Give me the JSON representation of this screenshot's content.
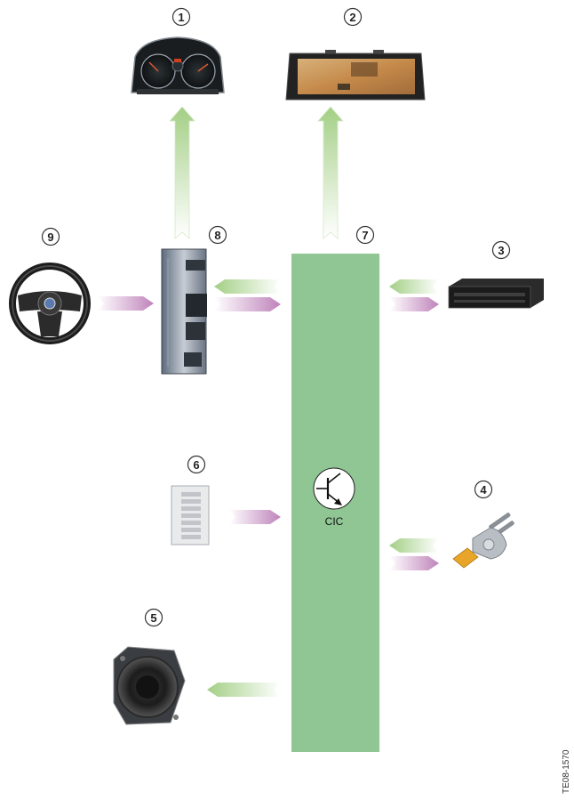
{
  "callouts": {
    "n1": "1",
    "n2": "2",
    "n3": "3",
    "n4": "4",
    "n5": "5",
    "n6": "6",
    "n7": "7",
    "n8": "8",
    "n9": "9"
  },
  "central_unit": {
    "label": "CIC",
    "color": "#8fc694"
  },
  "colors": {
    "green_arrow": "#a9d391",
    "purple_arrow": "#c68fc2",
    "callout_stroke": "#333333"
  },
  "components": [
    {
      "callout": "1",
      "icon": "instrument-cluster-icon"
    },
    {
      "callout": "2",
      "icon": "central-display-icon"
    },
    {
      "callout": "3",
      "icon": "audio-controller-icon"
    },
    {
      "callout": "4",
      "icon": "ignition-switch-icon"
    },
    {
      "callout": "5",
      "icon": "loudspeaker-icon"
    },
    {
      "callout": "6",
      "icon": "control-panel-icon"
    },
    {
      "callout": "7",
      "icon": "cic-controller-icon"
    },
    {
      "callout": "8",
      "icon": "control-module-icon"
    },
    {
      "callout": "9",
      "icon": "steering-wheel-icon"
    }
  ],
  "figure_code": "TE08-1570"
}
